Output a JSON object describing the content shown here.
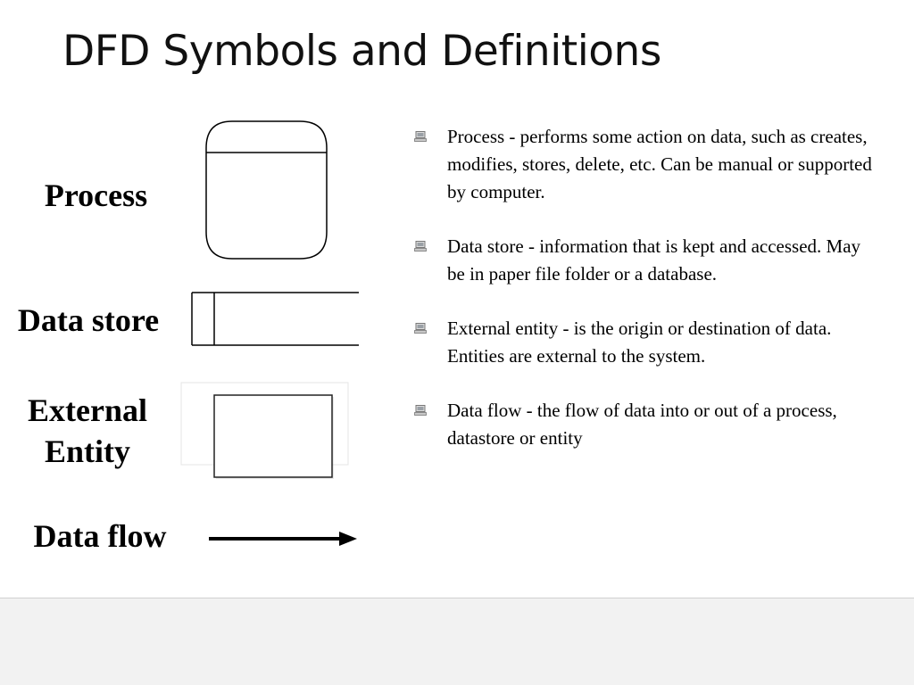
{
  "title": "DFD Symbols and Definitions",
  "symbols": [
    {
      "label": "Process",
      "icon": "rounded-process-shape-icon"
    },
    {
      "label": "Data store",
      "icon": "open-ended-data-store-shape-icon"
    },
    {
      "label": "External\nEntity",
      "icon": "shadowed-square-entity-shape-icon"
    },
    {
      "label": "Data flow",
      "icon": "right-arrow-icon"
    }
  ],
  "definitions": [
    {
      "text": "Process - performs some action on data, such as creates, modifies, stores, delete, etc.  Can be manual or supported by computer.",
      "bullet": "computer-icon"
    },
    {
      "text": "Data store - information that is kept and accessed.  May be in paper file folder or a database.",
      "bullet": "computer-icon"
    },
    {
      "text": "External entity - is the origin or destination of data.  Entities are external to the system.",
      "bullet": "computer-icon"
    },
    {
      "text": "Data flow - the flow of data into or out of a process, datastore or entity",
      "bullet": "computer-icon"
    }
  ],
  "colors": {
    "slide_bg": "#ffffff",
    "outside_bg": "#f2f2f2",
    "stroke": "#000000"
  }
}
